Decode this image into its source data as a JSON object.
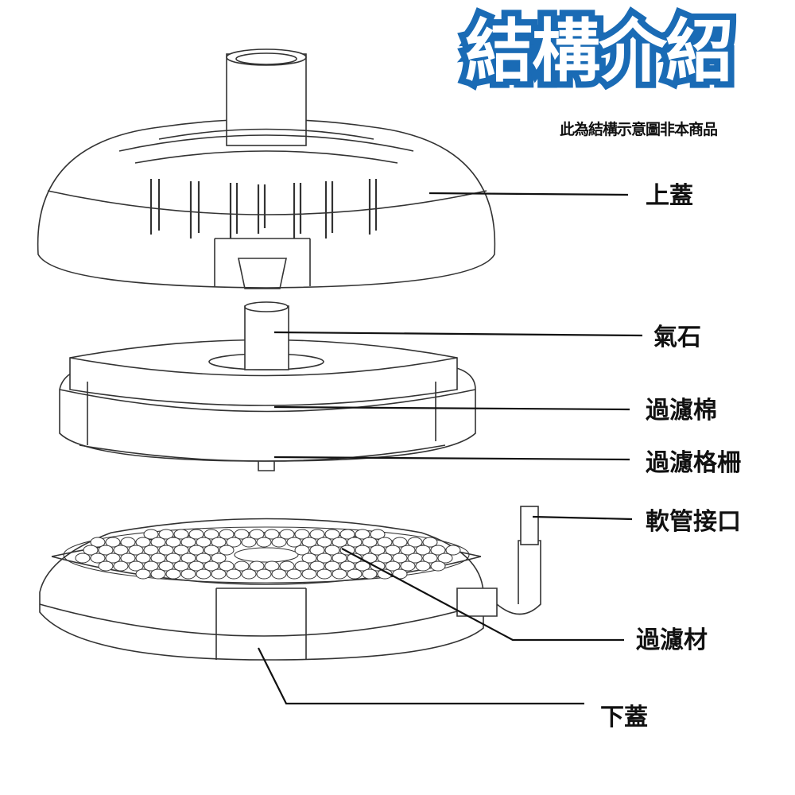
{
  "header": {
    "title": "結構介紹",
    "subtitle": "此為結構示意圖非本商品",
    "title_color": "#1a6bb5"
  },
  "labels": {
    "top_cover": "上蓋",
    "air_stone": "氣石",
    "filter_sponge": "過濾棉",
    "filter_grid": "過濾格柵",
    "hose_connector": "軟管接口",
    "filter_media": "過濾材",
    "bottom_cover": "下蓋"
  }
}
